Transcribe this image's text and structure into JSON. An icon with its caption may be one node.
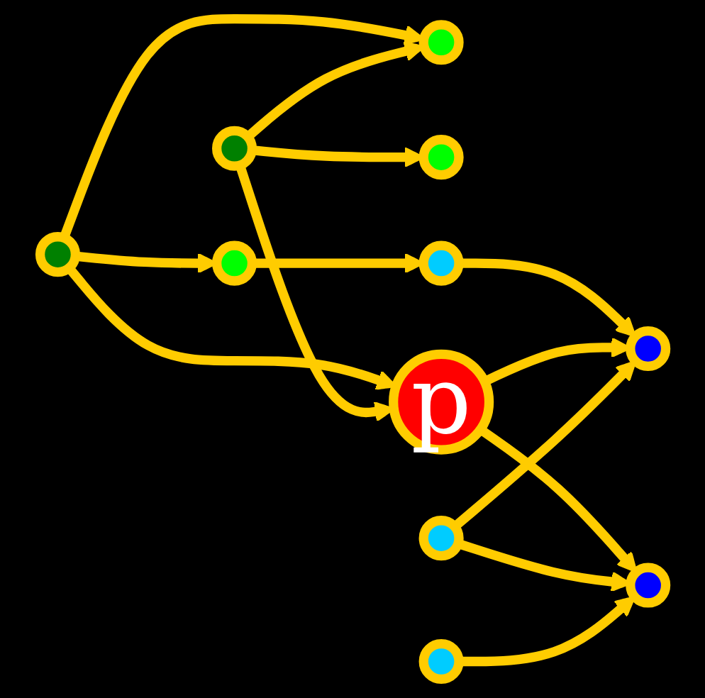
{
  "diagram": {
    "nodes": [
      {
        "text": [],
        "shape": "circle"
      },
      {
        "text": [],
        "shape": "circle"
      },
      {
        "text": [],
        "shape": "circle"
      },
      {
        "text": [],
        "shape": "circle"
      },
      {
        "text": [],
        "shape": "circle"
      },
      {
        "text": [
          "p"
        ]
      },
      {
        "text": [],
        "shape": "circle"
      },
      {
        "text": [],
        "shape": "circle"
      },
      {
        "text": [],
        "shape": "circle"
      },
      {
        "text": [],
        "shape": "circle"
      },
      {
        "text": [],
        "shape": "circle"
      }
    ],
    "edges": [
      {
        "from": 0,
        "to": 2,
        "arrow": "to"
      },
      {
        "from": 0,
        "to": 3,
        "arrow": "to"
      },
      {
        "from": 0,
        "to": 5,
        "arrow": "to"
      },
      {
        "from": 1,
        "to": 3,
        "arrow": "to"
      },
      {
        "from": 1,
        "to": 5,
        "arrow": "to"
      },
      {
        "from": 1,
        "to": 4,
        "arrow": "to"
      },
      {
        "from": 2,
        "to": 6,
        "arrow": "to"
      },
      {
        "from": 6,
        "to": 9,
        "arrow": "to"
      },
      {
        "from": 5,
        "to": 9,
        "arrow": "to"
      },
      {
        "from": 5,
        "to": 10,
        "arrow": "to"
      },
      {
        "from": 7,
        "to": 9,
        "arrow": "to"
      },
      {
        "from": 7,
        "to": 10,
        "arrow": "to"
      },
      {
        "from": 8,
        "to": 10,
        "arrow": "to"
      }
    ]
  }
}
